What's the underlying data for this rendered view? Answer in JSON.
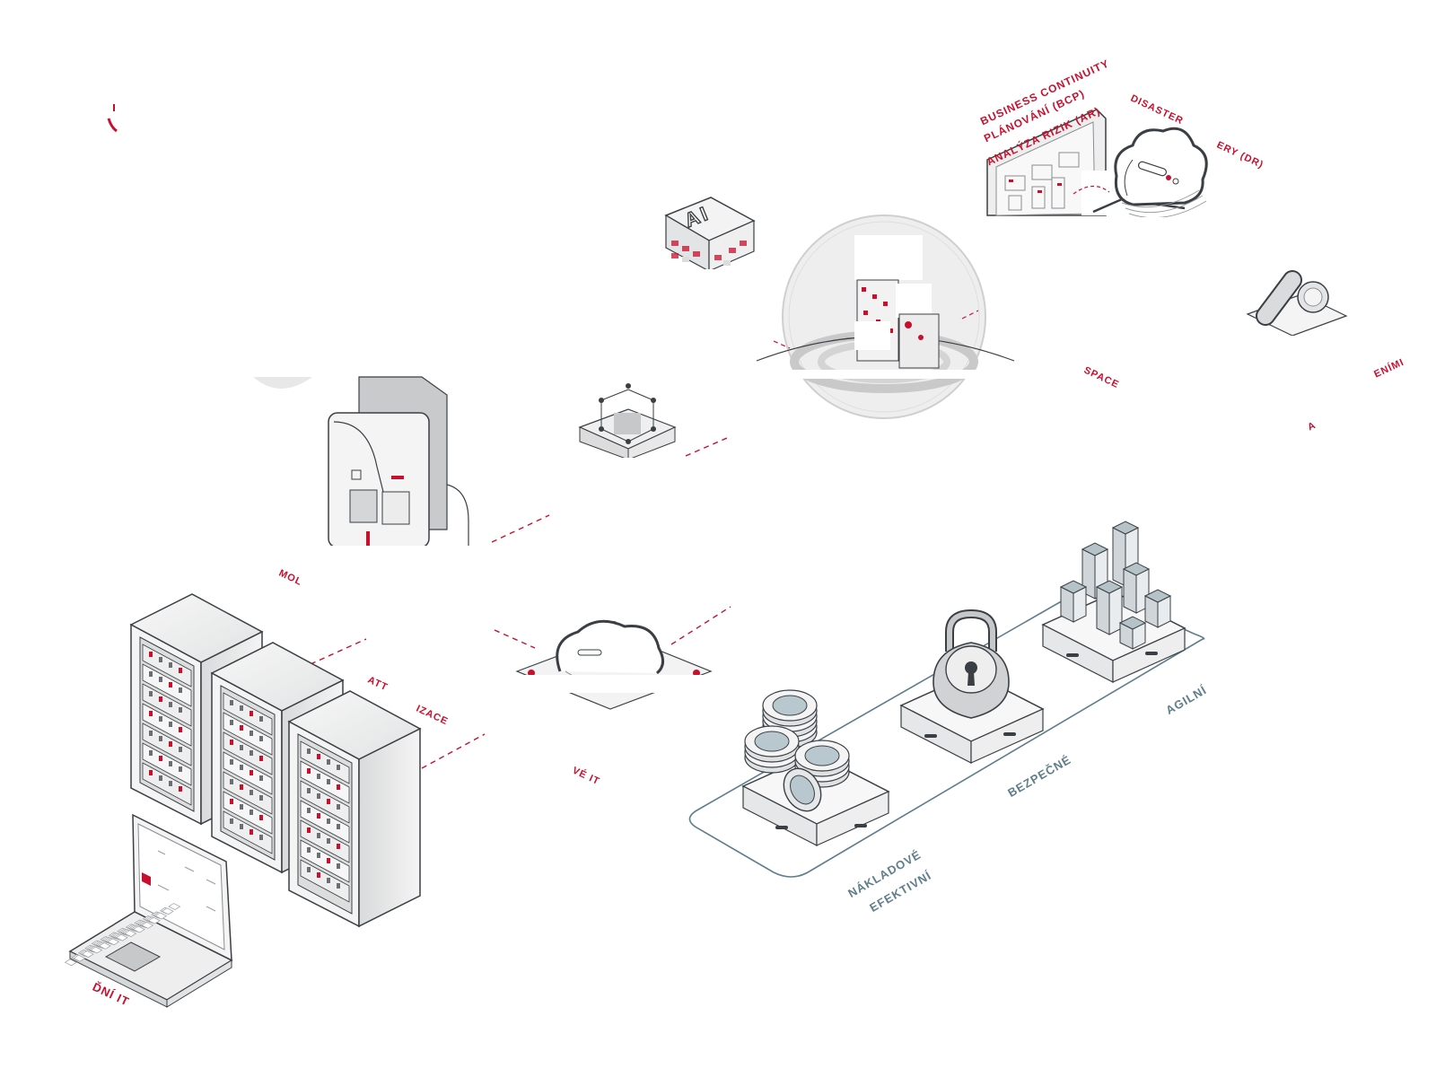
{
  "labels": {
    "bcp": "BUSINESS CONTINUITY",
    "bcp2": "PLÁNOVÁNÍ (BCP)",
    "ar": "ANALÝZA RIZIK (AR)",
    "dr1": "DISASTER",
    "dr2": "ERY (DR)",
    "space": "SPACE",
    "eni": "ENÍMI",
    "a": "A",
    "mol": "MOL",
    "att": "ATT",
    "izace": "IZACE",
    "ve_it": "VÉ IT",
    "oni_it": "ĎNÍ IT",
    "agilni": "AGILNÍ",
    "bezpecne": "BEZPEČNÉ",
    "nakladove": "NÁKLADOVÉ",
    "efektivni": "EFEKTIVNÍ",
    "ai": "AI"
  },
  "colors": {
    "accent": "#c8102e",
    "teal": "#5f7e8b",
    "outline": "#3a3f44",
    "gray": "#c6c8ca",
    "light": "#ececec"
  }
}
